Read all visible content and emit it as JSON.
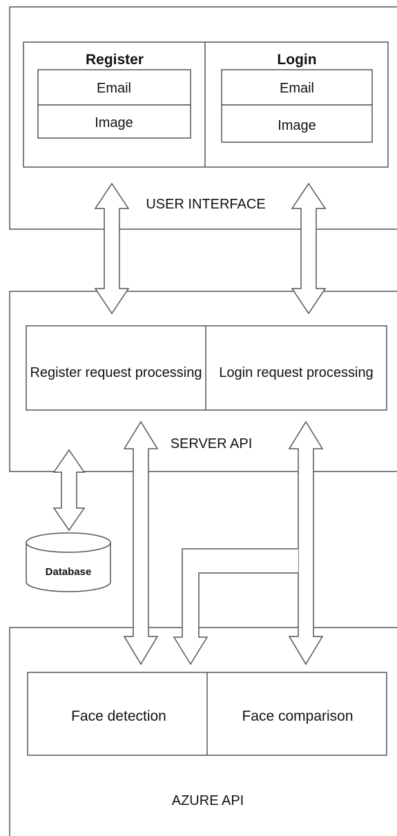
{
  "user_interface": {
    "title": "USER INTERFACE",
    "register": {
      "title": "Register",
      "fields": [
        "Email",
        "Image"
      ]
    },
    "login": {
      "title": "Login",
      "fields": [
        "Email",
        "Image"
      ]
    }
  },
  "server_api": {
    "title": "SERVER API",
    "register_processing": "Register request processing",
    "login_processing": "Login request processing"
  },
  "database": {
    "label": "Database"
  },
  "azure_api": {
    "title": "AZURE API",
    "face_detection": "Face detection",
    "face_comparison": "Face comparison"
  },
  "colors": {
    "stroke": "#555555",
    "text": "#111111",
    "background": "#ffffff"
  }
}
